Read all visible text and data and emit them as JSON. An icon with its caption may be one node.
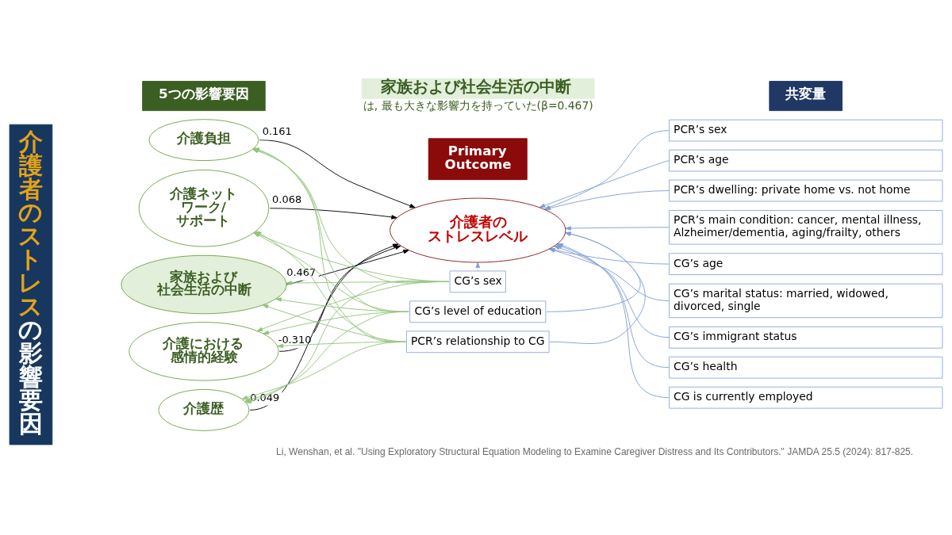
{
  "diagram": {
    "caption": "Li, Wenshan, et al. \"Using Exploratory Structural Equation Modeling to Examine Caregiver Distress and Its Contributors.\" JAMDA 25.5 (2024): 817-825.",
    "nodes": [
      {
        "text": [
          "介護者のストレス",
          "の影響要因"
        ]
      },
      {
        "text": [
          "5つの影響要因"
        ]
      },
      {
        "text": [
          "介護負担"
        ]
      },
      {
        "text": [
          "介護ネットワーク/サポート"
        ]
      },
      {
        "text": [
          "家族および社会生活の中断"
        ]
      },
      {
        "text": [
          "介護における感情的経験"
        ]
      },
      {
        "text": [
          "介護歴"
        ]
      },
      {
        "text": [
          "Primary Outcome"
        ]
      },
      {
        "text": [
          "介護者のストレスレベル"
        ]
      },
      {
        "text": [
          "共変量"
        ]
      },
      {
        "text": [
          "PCR’s sex"
        ]
      },
      {
        "text": [
          "PCR’s age"
        ]
      },
      {
        "text": [
          "PCR’s dwelling: private home vs. not home"
        ]
      },
      {
        "text": [
          "PCR’s main condition: cancer, mental illness, Alzheimer/dementia, aging/frailty, others"
        ]
      },
      {
        "text": [
          "CG’s age"
        ]
      },
      {
        "text": [
          "CG’s marital status: married, widowed, divorced, single"
        ]
      },
      {
        "text": [
          "CG’s immigrant status"
        ]
      },
      {
        "text": [
          "CG’s health"
        ]
      },
      {
        "text": [
          "CG is currently employed"
        ]
      },
      {
        "text": [
          "CG’s sex"
        ]
      },
      {
        "text": [
          "CG’s level of education"
        ]
      },
      {
        "text": [
          "PCR’s relationship to CG"
        ]
      }
    ],
    "edges": [
      {
        "from": 19,
        "to": 2,
        "arrow": "to"
      },
      {
        "from": 20,
        "to": 2,
        "arrow": "to"
      },
      {
        "from": 21,
        "to": 2,
        "arrow": "to"
      },
      {
        "from": 19,
        "to": 3,
        "arrow": "to"
      },
      {
        "from": 20,
        "to": 3,
        "arrow": "to"
      },
      {
        "from": 21,
        "to": 3,
        "arrow": "to"
      },
      {
        "from": 19,
        "to": 4,
        "arrow": "to"
      },
      {
        "from": 20,
        "to": 4,
        "arrow": "to"
      },
      {
        "from": 21,
        "to": 4,
        "arrow": "to"
      },
      {
        "from": 19,
        "to": 5,
        "arrow": "to"
      },
      {
        "from": 20,
        "to": 5,
        "arrow": "to"
      },
      {
        "from": 21,
        "to": 5,
        "arrow": "to"
      },
      {
        "from": 19,
        "to": 6,
        "arrow": "to"
      },
      {
        "from": 20,
        "to": 6,
        "arrow": "to"
      },
      {
        "from": 21,
        "to": 6,
        "arrow": "to"
      },
      {
        "from": 10,
        "to": 8,
        "arrow": "to",
        "color": "#7f9fd6"
      },
      {
        "from": 11,
        "to": 8,
        "arrow": "to",
        "color": "#7f9fd6"
      },
      {
        "from": 12,
        "to": 8,
        "arrow": "to",
        "color": "#7f9fd6"
      },
      {
        "from": 13,
        "to": 8,
        "arrow": "to",
        "color": "#7f9fd6"
      },
      {
        "from": 14,
        "to": 8,
        "arrow": "to",
        "color": "#7f9fd6"
      },
      {
        "from": 15,
        "to": 8,
        "arrow": "to",
        "color": "#7f9fd6"
      },
      {
        "from": 16,
        "to": 8,
        "arrow": "to",
        "color": "#7f9fd6"
      },
      {
        "from": 17,
        "to": 8,
        "arrow": "to",
        "color": "#7f9fd6"
      },
      {
        "from": 18,
        "to": 8,
        "arrow": "to",
        "color": "#7f9fd6"
      },
      {
        "from": 19,
        "to": 8,
        "arrow": "to",
        "color": "#7f9fd6"
      },
      {
        "from": 20,
        "to": 8,
        "arrow": "to",
        "color": "#7f9fd6"
      },
      {
        "from": 21,
        "to": 8,
        "arrow": "to",
        "color": "#7f9fd6"
      },
      {
        "from": 2,
        "to": 8,
        "arrow": "to",
        "label": "0.161",
        "color": "#000000"
      },
      {
        "from": 3,
        "to": 8,
        "arrow": "to",
        "label": "0.068",
        "color": "#000000"
      },
      {
        "from": 4,
        "to": 8,
        "arrow": "to",
        "label": "0.467",
        "color": "#000000"
      },
      {
        "from": 5,
        "to": 8,
        "arrow": "to",
        "label": "-0.310",
        "color": "#000000"
      },
      {
        "from": 6,
        "to": 8,
        "arrow": "to",
        "label": "0.049",
        "color": "#000000"
      }
    ],
    "labels": [
      "**家族および社会生活の中断**は, 最も大きな影響力を持っていた(β=0.467)"
    ]
  }
}
